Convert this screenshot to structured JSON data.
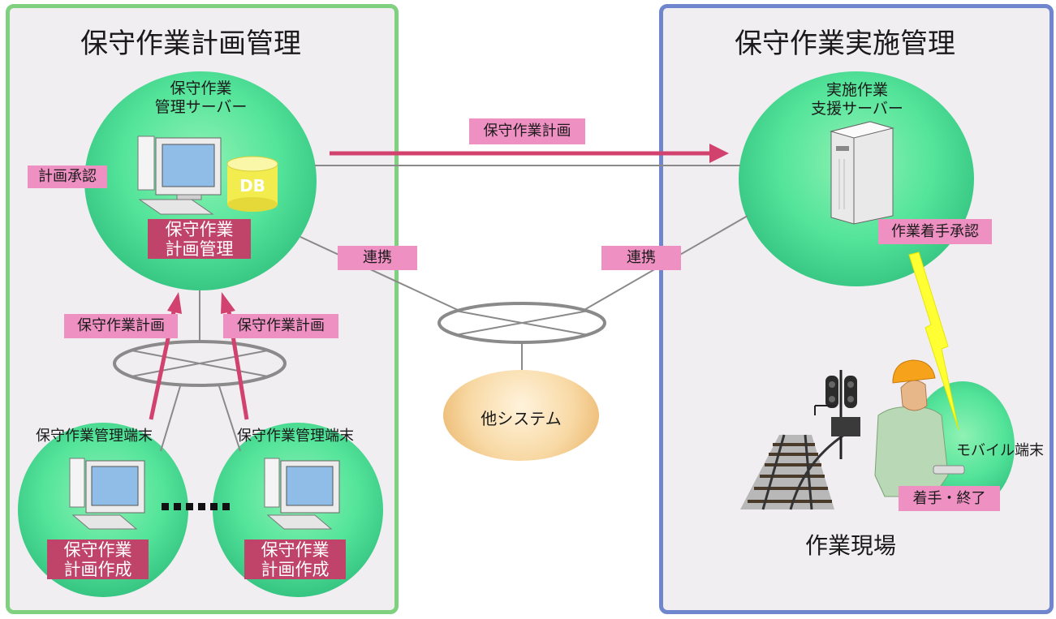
{
  "left_panel": {
    "title": "保守作業計画管理",
    "server": {
      "label_line1": "保守作業",
      "label_line2": "管理サーバー",
      "db_label": "DB",
      "app_line1": "保守作業",
      "app_line2": "計画管理"
    },
    "approval_label": "計画承認",
    "plan_tag_1": "保守作業計画",
    "plan_tag_2": "保守作業計画",
    "terminal_1": {
      "label": "保守作業管理端末",
      "app_line1": "保守作業",
      "app_line2": "計画作成"
    },
    "terminal_2": {
      "label": "保守作業管理端末",
      "app_line1": "保守作業",
      "app_line2": "計画作成"
    }
  },
  "middle": {
    "plan_flow_label": "保守作業計画",
    "link_left": "連携",
    "link_right": "連携",
    "other_system": "他システム"
  },
  "right_panel": {
    "title": "保守作業実施管理",
    "server": {
      "label_line1": "実施作業",
      "label_line2": "支援サーバー"
    },
    "start_approval": "作業着手承認",
    "mobile_label": "モバイル端末",
    "start_end": "着手・終了",
    "site_label": "作業現場"
  },
  "colors": {
    "left_border": "#7fd17f",
    "right_border": "#6f86cf",
    "arrow": "#d2426f",
    "pink_label": "#ef90c3",
    "crimson_label": "#c0436a",
    "circle_green": "#54e49a",
    "other_system": "#f5c986",
    "lightning": "#ffff33"
  }
}
